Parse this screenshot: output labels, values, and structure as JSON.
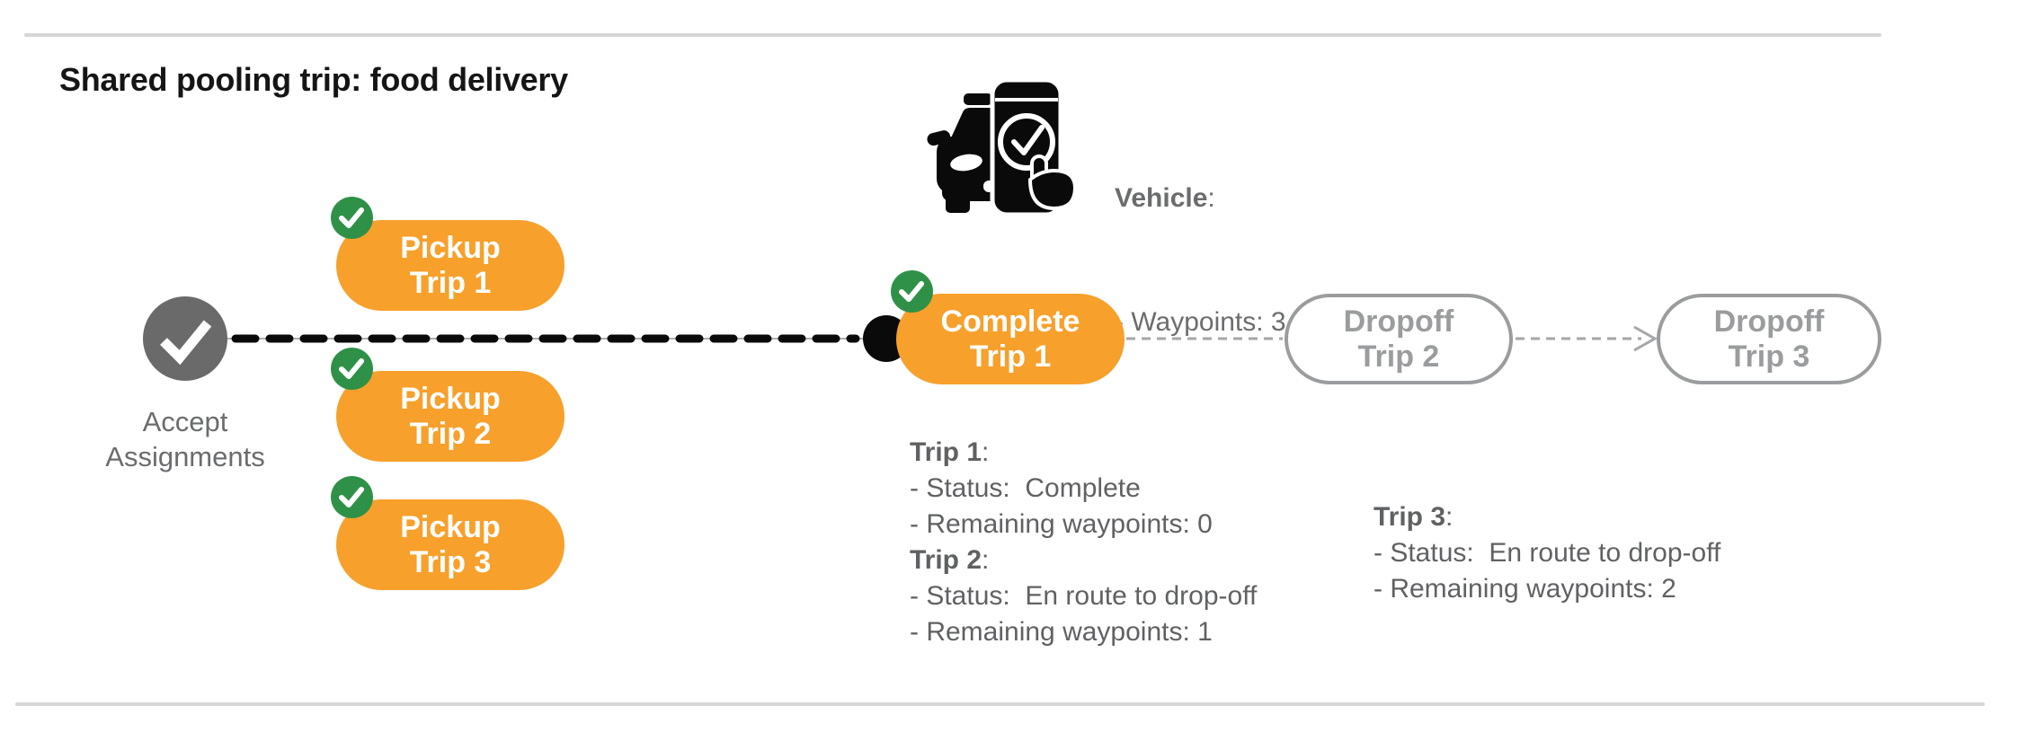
{
  "page": {
    "title": "Shared pooling trip: food delivery"
  },
  "vehicle": {
    "label": "Vehicle",
    "colon": ":",
    "waypoints_line": "- Waypoints: 3"
  },
  "flow": {
    "start": {
      "line1": "Accept",
      "line2": "Assignments"
    },
    "pickups": [
      {
        "line1": "Pickup",
        "line2": "Trip 1"
      },
      {
        "line1": "Pickup",
        "line2": "Trip 2"
      },
      {
        "line1": "Pickup",
        "line2": "Trip 3"
      }
    ],
    "complete": {
      "line1": "Complete",
      "line2": "Trip 1"
    },
    "dropoffs": [
      {
        "line1": "Dropoff",
        "line2": "Trip 2"
      },
      {
        "line1": "Dropoff",
        "line2": "Trip 3"
      }
    ]
  },
  "trips": [
    {
      "name": "Trip 1",
      "colon": ":",
      "status": "- Status:  Complete",
      "waypoints": "- Remaining waypoints: 0"
    },
    {
      "name": "Trip 2",
      "colon": ":",
      "status": "- Status:  En route to drop-off",
      "waypoints": "- Remaining waypoints: 1"
    },
    {
      "name": "Trip 3",
      "colon": ":",
      "status": "- Status:  En route to drop-off",
      "waypoints": "- Remaining waypoints: 2"
    }
  ],
  "icons": {
    "vehicle": "car-with-phone-check-icon",
    "start": "checkmark-circle-icon",
    "badge": "check-badge-icon",
    "arrow": "arrow-right-icon"
  },
  "colors": {
    "orange": "#F7A02B",
    "green": "#2F9148",
    "node_gray": "#6A6A6A",
    "outline_gray": "#9B9C9E",
    "text_gray": "#606163",
    "label_gray": "#6B6C6E",
    "line_black": "#0A0A0A",
    "connector_gray": "#A5A6A8",
    "rule_gray": "#D5D5D5",
    "background": "#FFFFFF",
    "title_color": "#151515",
    "pill_text": "#FFFFFF"
  }
}
